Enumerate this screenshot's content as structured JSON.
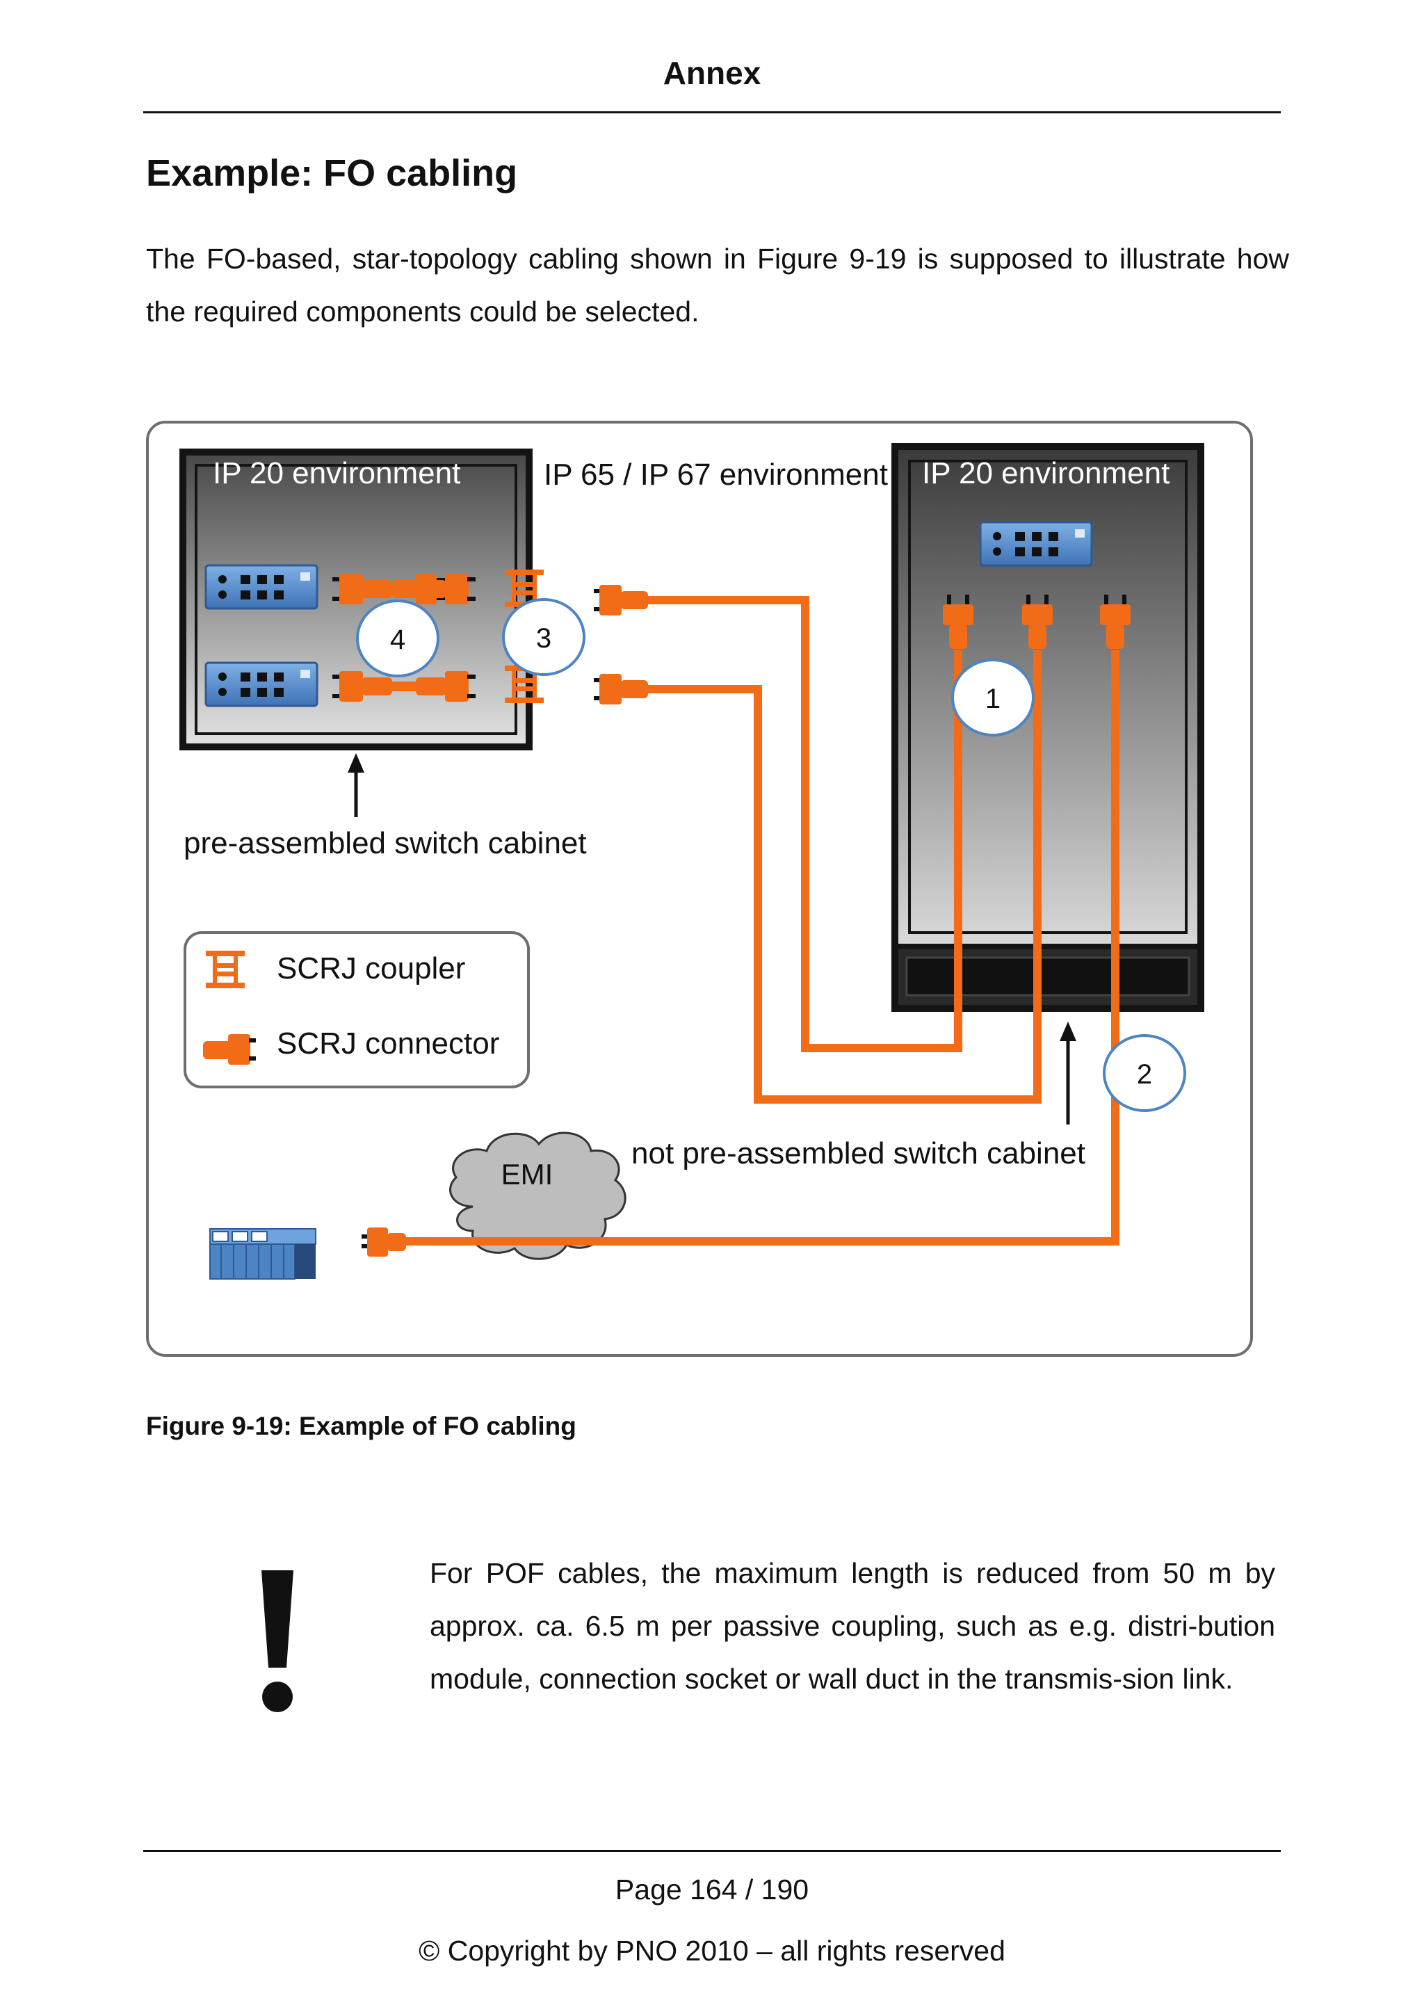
{
  "header": {
    "title": "Annex"
  },
  "section": {
    "title": "Example: FO cabling",
    "intro": "The FO-based, star-topology cabling shown in Figure 9-19 is supposed to illustrate how the required components could be selected."
  },
  "figure": {
    "left_cabinet_label": "IP 20 environment",
    "middle_env_label": "IP 65 / IP 67 environment",
    "right_cabinet_label": "IP 20 environment",
    "markers": [
      "4",
      "3",
      "1",
      "2"
    ],
    "pre_assembled_label": "pre-assembled switch cabinet",
    "not_pre_assembled_label": "not pre-assembled switch cabinet",
    "legend": {
      "coupler": "SCRJ coupler",
      "connector": "SCRJ connector"
    },
    "emi_label": "EMI",
    "colors": {
      "cable": "#f26b16",
      "device": "#4d84c4",
      "cabinet_frame": "#1a1a1a"
    }
  },
  "caption": "Figure 9-19: Example of FO cabling",
  "note": {
    "icon": "exclamation-icon",
    "text": "For POF cables, the maximum length is reduced from 50 m by approx. ca. 6.5 m per passive coupling, such as e.g. distri-bution module, connection socket or wall duct in the transmis-sion link."
  },
  "footer": {
    "page": "Page 164 / 190",
    "copyright": "© Copyright by PNO 2010 – all rights reserved"
  }
}
